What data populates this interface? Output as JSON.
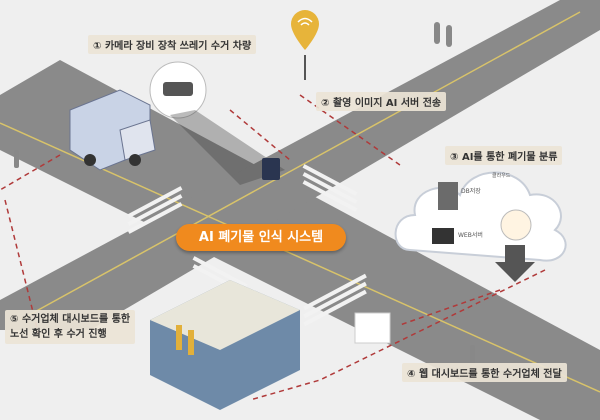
{
  "title": "AI 폐기물 인식 시스템",
  "steps": [
    {
      "label": "① 카메라 장비 장착 쓰레기 수거 차량"
    },
    {
      "label": "② 촬영 이미지 AI 서버 전송"
    },
    {
      "label": "③ AI를 통한 폐기물 분류"
    },
    {
      "label": "④ 웹 대시보드를 통한 수거업체 전달"
    },
    {
      "label_line1": "⑤ 수거업체 대시보드를 통한",
      "label_line2": "노선 확인 후 수거 진행"
    }
  ],
  "cloud": {
    "name": "클라우드",
    "db": "DB저장",
    "web": "WEB서버"
  },
  "colors": {
    "accent": "#f08a1e",
    "road": "#8a8a8a",
    "arrow": "#b03a3a"
  }
}
